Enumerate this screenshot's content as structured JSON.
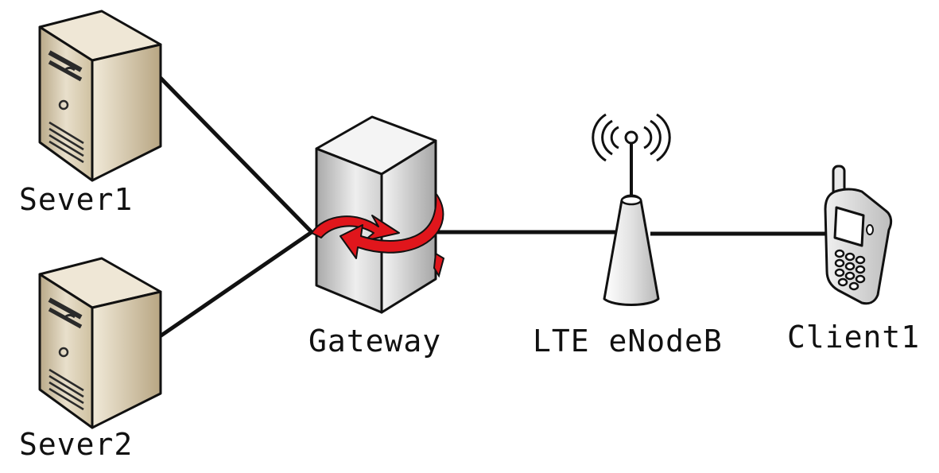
{
  "nodes": {
    "server1": {
      "label": "Sever1",
      "icon": "server-tower-icon"
    },
    "server2": {
      "label": "Sever2",
      "icon": "server-tower-icon"
    },
    "gateway": {
      "label": "Gateway",
      "icon": "gateway-tower-icon"
    },
    "enodeb": {
      "label": "LTE eNodeB",
      "icon": "antenna-icon"
    },
    "client1": {
      "label": "Client1",
      "icon": "mobile-phone-icon"
    }
  },
  "links": [
    {
      "from": "server1",
      "to": "gateway"
    },
    {
      "from": "server2",
      "to": "gateway"
    },
    {
      "from": "gateway",
      "to": "enodeb"
    },
    {
      "from": "enodeb",
      "to": "client1"
    }
  ],
  "colors": {
    "link": "#111111",
    "server_body": "#d9ccb0",
    "gateway_body": "#d8d8d8",
    "gateway_arrow": "#e0161c",
    "antenna_body": "#e6e6e6"
  }
}
